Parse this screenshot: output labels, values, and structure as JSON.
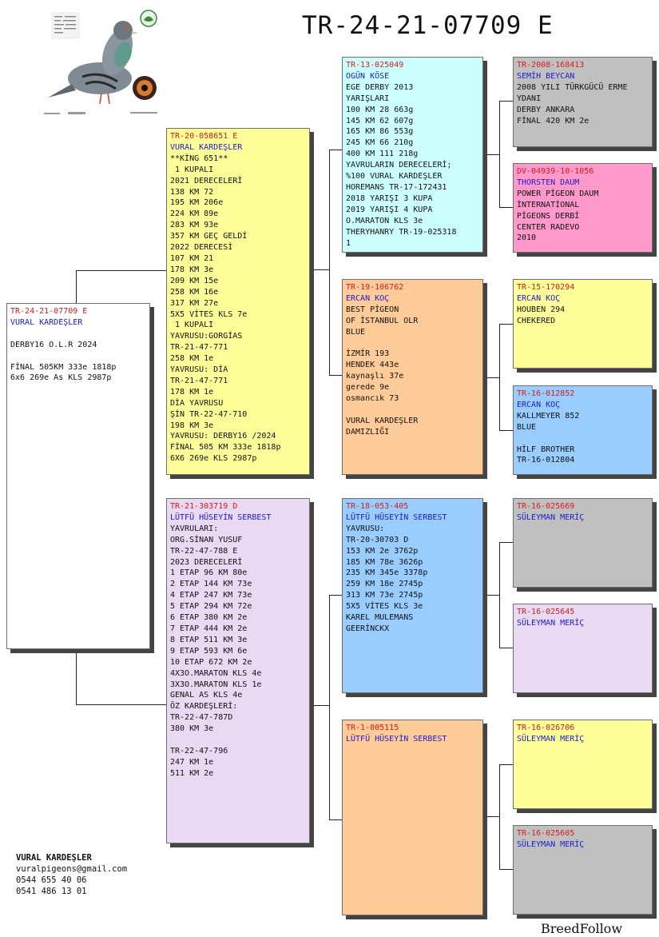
{
  "header": {
    "title": "TR-24-21-07709 E"
  },
  "subject": {
    "ring": "TR-24-21-07709 E",
    "owner": "VURAL KARDEŞLER",
    "lines": [
      "",
      "DERBY16 O.L.R 2024",
      "",
      "FİNAL 505KM 333e 1818p",
      "6x6 269e As KLS 2987p"
    ]
  },
  "sire": {
    "ring": "TR-20-058651 E",
    "owner": "VURAL KARDEŞLER",
    "lines": [
      "**KİNG 651**",
      " 1 KUPALI",
      "2021 DERECELERİ",
      "138 KM 72",
      "195 KM 206e",
      "224 KM 89e",
      "283 KM 93e",
      "357 KM GEÇ GELDİ",
      "2022 DERECESİ",
      "107 KM 21",
      "178 KM 3e",
      "209 KM 15e",
      "258 KM 16e",
      "317 KM 27e",
      "5X5 VİTES KLS 7e",
      " 1 KUPALI",
      "YAVRUSU:GORGİAS",
      "TR-21-47-771",
      "258 KM 1e",
      "YAVRUSU: DİA",
      "TR-21-47-771",
      "178 KM 1e",
      "DİA YAVRUSU",
      "ŞİN TR-22-47-710",
      "198 KM 3e",
      "YAVRUSU: DERBY16 /2024",
      "FİNAL 505 KM 333e 1818p",
      "6X6 269e KLS 2987p"
    ]
  },
  "dam": {
    "ring": "TR-21-303719 D",
    "owner": "LÜTFÜ HÜSEYİN SERBEST",
    "lines": [
      "YAVRULARI:",
      "ORG.SİNAN YUSUF",
      "TR-22-47-788 E",
      "2023 DERECELERİ",
      "1 ETAP 96 KM 80e",
      "2 ETAP 144 KM 73e",
      "4 ETAP 247 KM 73e",
      "5 ETAP 294 KM 72e",
      "6 ETAP 380 KM 2e",
      "7 ETAP 444 KM 2e",
      "8 ETAP 511 KM 3e",
      "9 ETAP 593 KM 6e",
      "10 ETAP 672 KM 2e",
      "4X3O.MARATON KLS 4e",
      "3X3O.MARATON KLS 1e",
      "GENAL AS KLS 4e",
      "ÖZ KARDEŞLERİ:",
      "TR-22-47-787D",
      "380 KM 3e",
      "",
      "TR-22-47-796",
      "247 KM 1e",
      "511 KM 2e"
    ]
  },
  "sire_sire": {
    "ring": "TR-13-025049",
    "owner": "OGÜN KÖSE",
    "lines": [
      "EGE DERBY 2013",
      "YARIŞLARI",
      "100 KM 28 663g",
      "145 KM 62 607g",
      "165 KM 86 553g",
      "245 KM 66 210g",
      "400 KM 111 218g",
      "YAVRULARIN DERECELERİ;",
      "%100 VURAL KARDEŞLER",
      "HOREMANS TR-17-172431",
      "2018 YARIŞI 3 KUPA",
      "2019 YARIŞI 4 KUPA",
      "O.MARATON KLS 3e",
      "THERYHANRY TR-19-025318",
      "1"
    ]
  },
  "sire_dam": {
    "ring": "TR-19-106762",
    "owner": "ERCAN KOÇ",
    "lines": [
      "BEST PİGEON",
      "OF İSTANBUL OLR",
      "BLUE",
      "",
      "İZMİR 193",
      "HENDEK 443e",
      "kaynaşlı 37e",
      "gerede 9e",
      "osmancık 73",
      "",
      "VURAL KARDEŞLER",
      "DAMIZLIĞI"
    ]
  },
  "dam_sire": {
    "ring": "TR-18-053-405",
    "owner": "LÜTFÜ HÜSEYİN SERBEST",
    "lines": [
      "YAVRUSU:",
      "TR-20-30703 D",
      "153 KM 2e 3762p",
      "185 KM 78e 3626p",
      "235 KM 345e 3378p",
      "259 KM 18e 2745p",
      "313 KM 73e 2745p",
      "5X5 VİTES KLS 3e",
      "KAREL MULEMANS",
      "GEERİNCKX"
    ]
  },
  "dam_dam": {
    "ring": "TR-1-005115",
    "owner": "LÜTFÜ HÜSEYİN SERBEST",
    "lines": []
  },
  "ss_sire": {
    "ring": "TR-2008-168413",
    "owner": "SEMİH BEYCAN",
    "lines": [
      "2008 YILI TÜRKGÜCÜ ERME",
      "YDANI",
      "DERBY ANKARA",
      "FİNAL 420 KM 2e"
    ]
  },
  "ss_dam": {
    "ring": "DV-04939-10-1056",
    "owner": "THORSTEN DAUM",
    "lines": [
      "POWER PİGEON DAUM",
      "İNTERNATİONAL",
      "PİGEONS DERBİ",
      "CENTER RADEVO",
      "2010"
    ]
  },
  "sd_sire": {
    "ring": "TR-15-170294",
    "owner": "ERCAN KOÇ",
    "lines": [
      "HOUBEN 294",
      "CHEKERED"
    ]
  },
  "sd_dam": {
    "ring": "TR-16-012852",
    "owner": "ERCAN KOÇ",
    "lines": [
      "KALLMEYER 852",
      "BLUE",
      "",
      "HİLF BROTHER",
      "TR-16-012804"
    ]
  },
  "ds_sire": {
    "ring": "TR-16-025669",
    "owner": "SÜLEYMAN MERİÇ",
    "lines": []
  },
  "ds_dam": {
    "ring": "TR-16-025645",
    "owner": "SÜLEYMAN MERİÇ",
    "lines": []
  },
  "dd_sire": {
    "ring": "TR-16-026706",
    "owner": "SÜLEYMAN MERİÇ",
    "lines": []
  },
  "dd_dam": {
    "ring": "TR-16-025605",
    "owner": "SÜLEYMAN MERİÇ",
    "lines": []
  },
  "footer": {
    "name": "VURAL KARDEŞLER",
    "email": "vuralpigeons@gmail.com",
    "phone1": "0544 655 40 06",
    "phone2": "0541 486 13 01"
  },
  "brand": "BreedFollow",
  "colors": {
    "subject": "#ffffff",
    "yellow": "#ffff99",
    "lavender": "#e9d9f2",
    "cyan": "#ccffff",
    "peach": "#ffcc99",
    "gray": "#c0c0c0",
    "pink": "#ff99cc",
    "blue": "#99ccff",
    "ring": "#d41c1c",
    "owner": "#1c1ccc"
  },
  "icons": {
    "photo": "pigeon-photo",
    "logo": "club-logo-icon"
  }
}
